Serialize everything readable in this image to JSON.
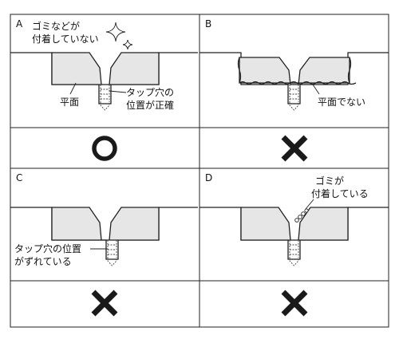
{
  "panels": [
    {
      "letter": "A",
      "annotations": {
        "dirt": [
          "ゴミなどが",
          "付着していない"
        ],
        "tap": [
          "タップ穴の",
          "位置が正確"
        ],
        "flat": "平面"
      },
      "result": "circle"
    },
    {
      "letter": "B",
      "annotations": {
        "flat": "平面でない"
      },
      "result": "cross"
    },
    {
      "letter": "C",
      "annotations": {
        "tap": [
          "タップ穴の位置",
          "がずれている"
        ]
      },
      "result": "cross"
    },
    {
      "letter": "D",
      "annotations": {
        "dirt": [
          "ゴミが",
          "付着している"
        ]
      },
      "result": "cross"
    }
  ],
  "colors": {
    "stroke": "#222222",
    "fill": "#e6e6e6",
    "mark": "#1a1a1a"
  }
}
